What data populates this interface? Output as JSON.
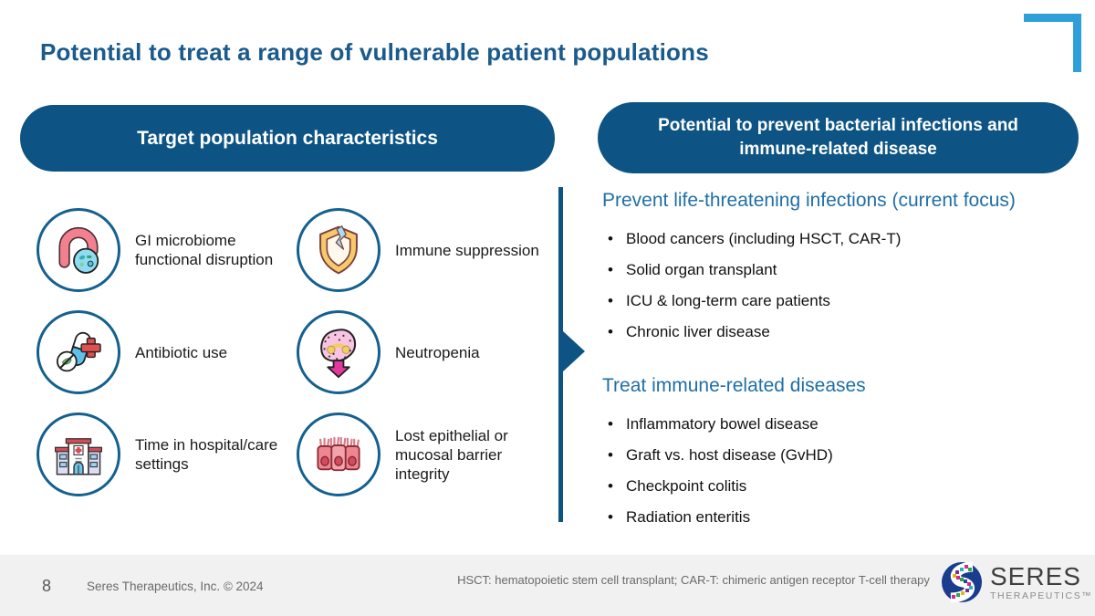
{
  "slide": {
    "title": "Potential to treat a range of vulnerable patient populations",
    "page_number": "8",
    "copyright": "Seres Therapeutics, Inc. © 2024",
    "footnote": "HSCT:  hematopoietic stem cell transplant; CAR-T:  chimeric antigen receptor T-cell therapy"
  },
  "left_panel": {
    "header": "Target population characteristics",
    "items": [
      {
        "icon": "gi-tract-microbe-icon",
        "label": "GI microbiome functional disruption"
      },
      {
        "icon": "cracked-shield-icon",
        "label": "Immune suppression"
      },
      {
        "icon": "antibiotic-capsule-icon",
        "label": "Antibiotic use"
      },
      {
        "icon": "neutrophil-down-arrow-icon",
        "label": "Neutropenia"
      },
      {
        "icon": "hospital-building-icon",
        "label": "Time in hospital/care settings"
      },
      {
        "icon": "epithelial-cells-icon",
        "label": "Lost epithelial or mucosal barrier integrity"
      }
    ]
  },
  "right_panel": {
    "header": "Potential to prevent bacterial infections and immune-related disease",
    "sections": [
      {
        "heading": "Prevent life-threatening infections (current focus)",
        "bullets": [
          "Blood cancers (including HSCT, CAR-T)",
          "Solid organ transplant",
          "ICU & long-term care patients",
          "Chronic liver disease"
        ]
      },
      {
        "heading": "Treat immune-related diseases",
        "bullets": [
          "Inflammatory bowel disease",
          "Graft vs. host disease (GvHD)",
          "Checkpoint colitis",
          "Radiation enteritis"
        ]
      }
    ]
  },
  "logo": {
    "name": "SERES",
    "subtitle": "THERAPEUTICS™"
  },
  "colors": {
    "title_blue": "#1A5A8C",
    "pill_blue": "#0D5484",
    "heading_blue": "#1F6FA6",
    "bracket_blue": "#2E9FD8",
    "footer_gray": "#F1F1F1"
  }
}
